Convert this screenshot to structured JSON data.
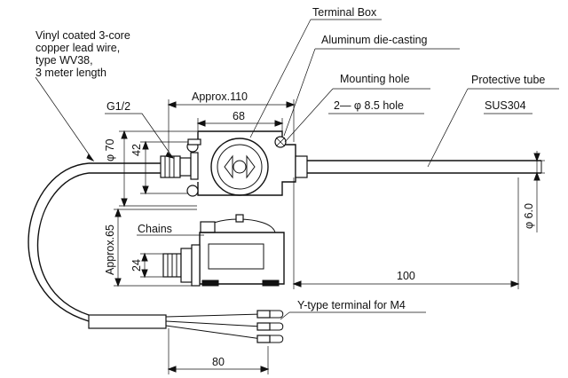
{
  "labels": {
    "terminal_box": "Terminal Box",
    "aluminum": "Aluminum die-casting",
    "lead_wire_1": "Vinyl coated 3-core",
    "lead_wire_2": "copper lead wire,",
    "lead_wire_3": "type WV38,",
    "lead_wire_4": "3 meter length",
    "mounting_hole": "Mounting hole",
    "protective_tube": "Protective tube",
    "thread": "G1/2",
    "approx_110": "Approx.110",
    "hole_spec": "2— φ 8.5 hole",
    "material": "SUS304",
    "chains": "Chains",
    "y_terminal": "Y-type terminal for M4"
  },
  "dimensions": {
    "d68": "68",
    "phi70": "φ 70",
    "d42": "42",
    "phi6": "φ 6.0",
    "approx65": "Approx.65",
    "d24": "24",
    "d100": "100",
    "d80": "80"
  }
}
